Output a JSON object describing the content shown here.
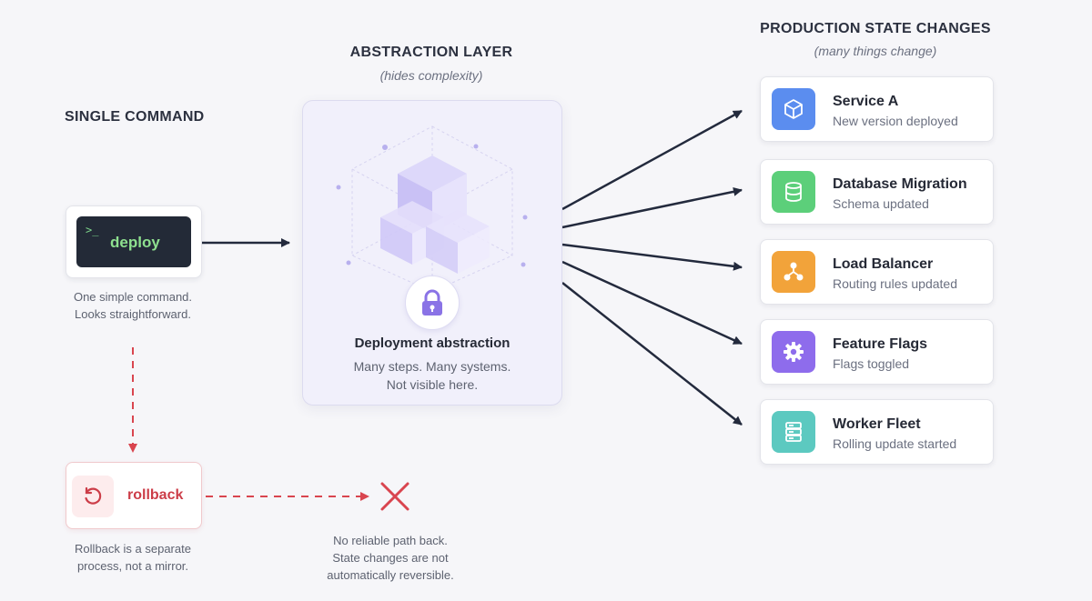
{
  "left": {
    "heading": "SINGLE COMMAND",
    "terminal_prompt": ">_",
    "command": "deploy",
    "caption_line1": "One simple command.",
    "caption_line2": "Looks straightforward."
  },
  "center": {
    "heading": "ABSTRACTION LAYER",
    "subheading": "(hides complexity)",
    "title": "Deployment abstraction",
    "desc_line1": "Many steps. Many systems.",
    "desc_line2": "Not visible here."
  },
  "right": {
    "heading": "PRODUCTION STATE CHANGES",
    "subheading": "(many things change)",
    "cards": [
      {
        "title": "Service A",
        "desc": "New version deployed",
        "icon": "cube-icon",
        "color": "#5b8def"
      },
      {
        "title": "Database Migration",
        "desc": "Schema updated",
        "icon": "database-icon",
        "color": "#5ccf7a"
      },
      {
        "title": "Load Balancer",
        "desc": "Routing rules updated",
        "icon": "network-icon",
        "color": "#f2a33a"
      },
      {
        "title": "Feature Flags",
        "desc": "Flags toggled",
        "icon": "gear-icon",
        "color": "#8e6cec"
      },
      {
        "title": "Worker Fleet",
        "desc": "Rolling update started",
        "icon": "server-icon",
        "color": "#5cc9c0"
      }
    ]
  },
  "rollback": {
    "label": "rollback",
    "caption_line1": "Rollback is a separate",
    "caption_line2": "process, not a mirror.",
    "color": "#cc3d48"
  },
  "failure": {
    "caption_line1": "No reliable path back.",
    "caption_line2": "State changes are not",
    "caption_line3": "automatically reversible."
  },
  "colors": {
    "arrow": "#232a3d",
    "dashed": "#d9454f",
    "accent": "#8a73e6"
  }
}
